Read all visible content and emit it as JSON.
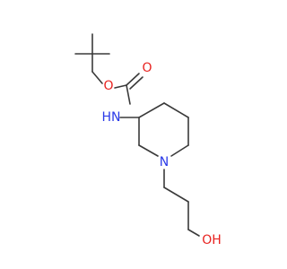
{
  "molecule": {
    "atoms": [
      {
        "id": "o_carbonyl",
        "label": "O",
        "color": "#e8221f"
      },
      {
        "id": "o_ester",
        "label": "O",
        "color": "#e8221f"
      },
      {
        "id": "n_amide",
        "label": "HN",
        "color": "#2a3ae8"
      },
      {
        "id": "n_ring",
        "label": "N",
        "color": "#2a3ae8"
      },
      {
        "id": "o_hydroxyl",
        "label": "OH",
        "color": "#e8221f"
      }
    ]
  },
  "colors": {
    "bond": "#3a3a3a",
    "oxygen": "#e8221f",
    "nitrogen": "#2a3ae8",
    "background": "#ffffff"
  }
}
